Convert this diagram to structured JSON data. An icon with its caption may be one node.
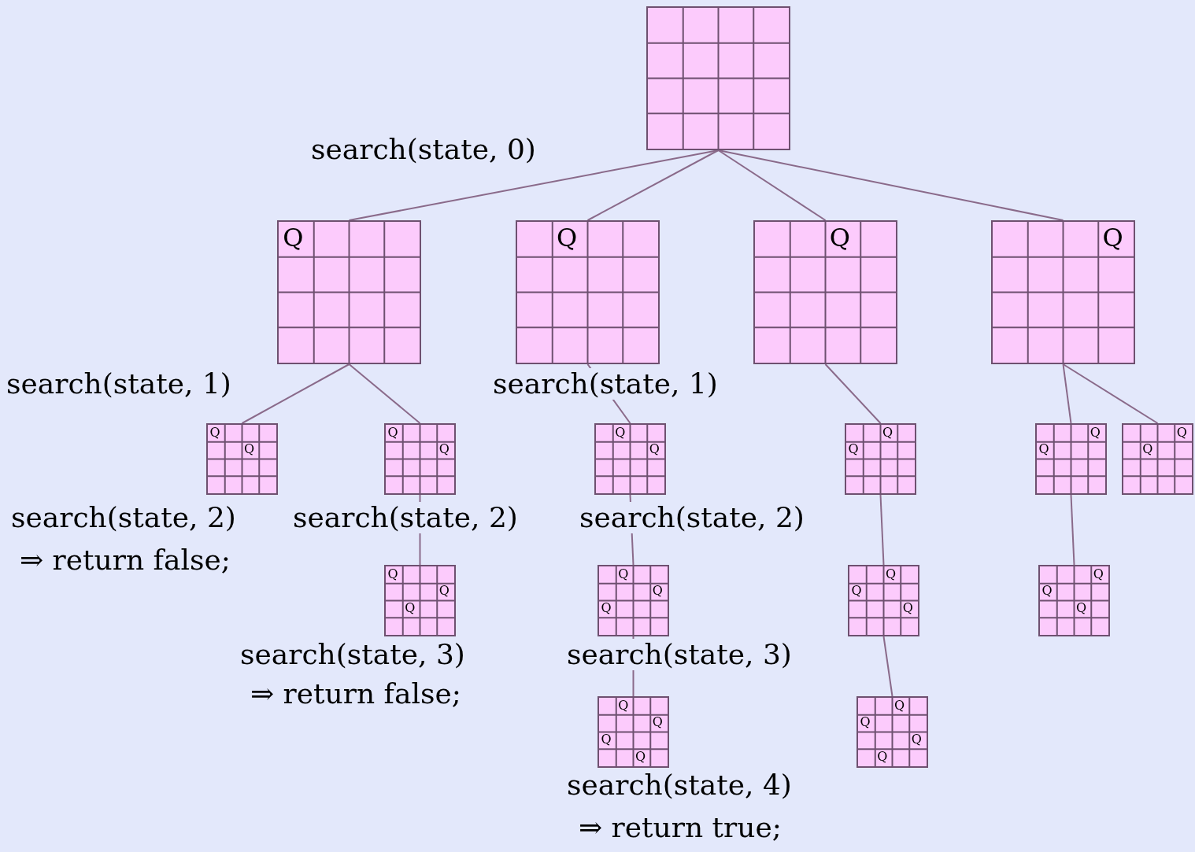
{
  "diagram": {
    "nodes": [
      {
        "text": [],
        "shape": "grid"
      },
      {
        "text": [
          "Q"
        ]
      },
      {
        "text": [
          "Q"
        ]
      },
      {
        "text": [
          "Q"
        ]
      },
      {
        "text": [
          "Q"
        ]
      },
      {
        "text": [
          "Q",
          "Q"
        ]
      },
      {
        "text": [
          "Q",
          "Q"
        ]
      },
      {
        "text": [
          "Q",
          "Q",
          "Q"
        ]
      },
      {
        "text": [
          "Q",
          "Q"
        ]
      },
      {
        "text": [
          "Q",
          "Q",
          "Q"
        ]
      },
      {
        "text": [
          "Q",
          "Q",
          "Q",
          "Q"
        ]
      },
      {
        "text": [
          "Q",
          "Q"
        ]
      },
      {
        "text": [
          "Q",
          "Q",
          "Q"
        ]
      },
      {
        "text": [
          "Q",
          "Q",
          "Q",
          "Q"
        ]
      },
      {
        "text": [
          "Q",
          "Q"
        ]
      },
      {
        "text": [
          "Q",
          "Q"
        ]
      },
      {
        "text": [
          "Q",
          "Q",
          "Q"
        ]
      }
    ],
    "edges": [
      {
        "from": 0,
        "to": 1,
        "arrow": "none"
      },
      {
        "from": 0,
        "to": 2,
        "arrow": "none"
      },
      {
        "from": 0,
        "to": 3,
        "arrow": "none"
      },
      {
        "from": 0,
        "to": 4,
        "arrow": "none"
      },
      {
        "from": 1,
        "to": 5,
        "arrow": "none"
      },
      {
        "from": 1,
        "to": 6,
        "arrow": "none"
      },
      {
        "from": 6,
        "to": 7,
        "arrow": "none"
      },
      {
        "from": 2,
        "to": 8,
        "arrow": "none"
      },
      {
        "from": 8,
        "to": 9,
        "arrow": "none"
      },
      {
        "from": 9,
        "to": 10,
        "arrow": "none"
      },
      {
        "from": 3,
        "to": 11,
        "arrow": "none"
      },
      {
        "from": 11,
        "to": 12,
        "arrow": "none"
      },
      {
        "from": 12,
        "to": 13,
        "arrow": "none"
      },
      {
        "from": 4,
        "to": 14,
        "arrow": "none"
      },
      {
        "from": 4,
        "to": 15,
        "arrow": "none"
      },
      {
        "from": 14,
        "to": 16,
        "arrow": "none"
      }
    ],
    "labels": [
      "search(state, 0)",
      "search(state, 1)",
      "search(state, 1)",
      "search(state, 2)",
      "search(state, 2)",
      "search(state, 2)",
      "⇒ return false;",
      "search(state, 3)",
      "search(state, 3)",
      "⇒ return false;",
      "search(state, 4)",
      "⇒ return true;"
    ]
  }
}
